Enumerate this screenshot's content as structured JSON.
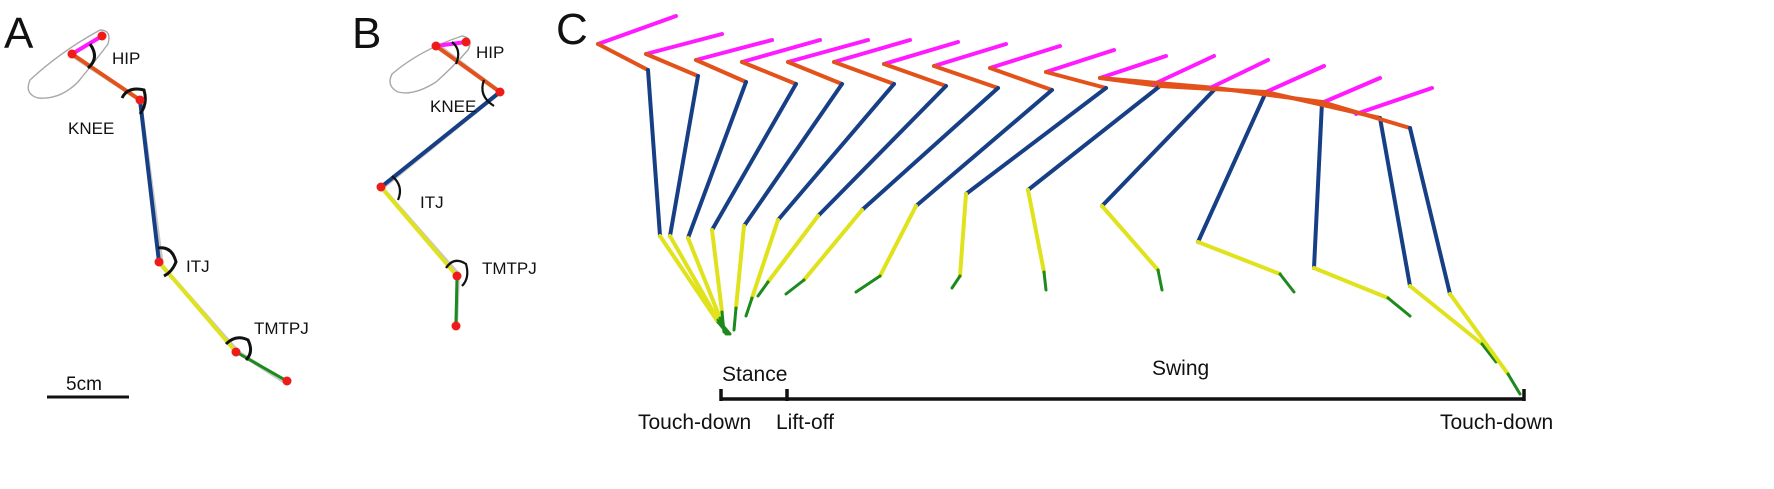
{
  "panels": {
    "a": {
      "letter": "A",
      "joint_labels": {
        "hip": "HIP",
        "knee": "KNEE",
        "itj": "ITJ",
        "tmtpj": "TMTPJ"
      },
      "scale_bar_label": "5cm"
    },
    "b": {
      "letter": "B",
      "joint_labels": {
        "hip": "HIP",
        "knee": "KNEE",
        "itj": "ITJ",
        "tmtpj": "TMTPJ"
      }
    },
    "c": {
      "letter": "C",
      "phase_labels": {
        "stance": "Stance",
        "swing": "Swing"
      },
      "event_labels": {
        "touch_down_start": "Touch-down",
        "lift_off": "Lift-off",
        "touch_down_end": "Touch-down"
      }
    }
  },
  "colors": {
    "pelvis": "#ff1aff",
    "femur": "#e2521a",
    "tibiotarsus": "#173f86",
    "tarsometatarsus": "#e0e21c",
    "toe": "#1d8a1d",
    "joint_marker": "#ee1b1b",
    "outline": "#aaaaaa",
    "ink": "#111111"
  }
}
